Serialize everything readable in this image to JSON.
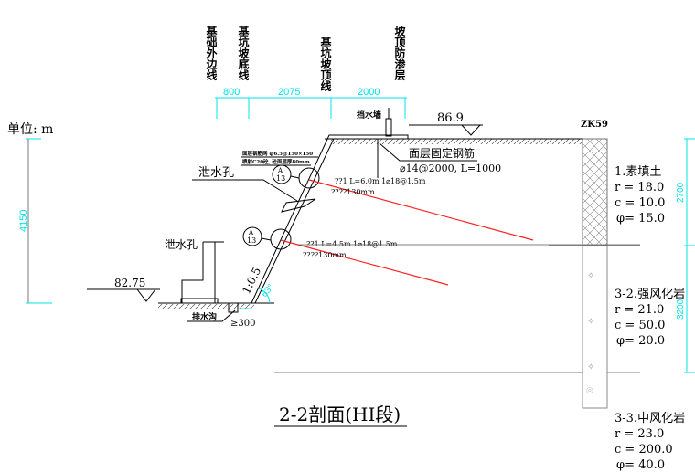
{
  "title": "2-2剖面(HI段)",
  "unit": "单位: m",
  "top_labels": [
    "基础外边线",
    "基坑坡底线",
    "基坑坡顶线",
    "坡顶防渗层"
  ],
  "top_dims": [
    "800",
    "2075",
    "2000"
  ],
  "left_dim": "4150",
  "right_dims": [
    "2700",
    "3200"
  ],
  "elev_top": "86.9",
  "elev_bottom": "82.75",
  "borehole": "ZK59",
  "water_wall": "挡水墙",
  "fix_rebar": {
    "title": "面层固定钢筋",
    "spec": "⌀14@2000, L=1000"
  },
  "mesh_note": [
    "面层钢筋网 φ6.5@150×150",
    "喷射C20砼, 砼面层厚80mm"
  ],
  "drain_hole_1": "泄水孔",
  "drain_hole_2": "泄水孔",
  "drain_ditch": "排水沟",
  "ditch_width": "≥300",
  "slope_ratio": "1:0.5",
  "slope_angle": "63°",
  "detail_marks": [
    {
      "top": "A",
      "bottom": "13"
    },
    {
      "top": "A",
      "bottom": "13"
    }
  ],
  "anchors": [
    {
      "line1": "??1  L=6.0m   1⌀18@1.5m",
      "line2": "????130mm"
    },
    {
      "line1": "??1  L=4.5m   1⌀18@1.5m",
      "line2": "????130mm"
    }
  ],
  "layers": [
    {
      "name": "1.素填土",
      "r": "r = 18.0",
      "c": "c = 10.0",
      "phi": "φ= 15.0"
    },
    {
      "name": "3-2.强风化岩",
      "r": "r = 21.0",
      "c": "c = 50.0",
      "phi": "φ= 20.0"
    },
    {
      "name": "3-3.中风化岩",
      "r": "r = 23.0",
      "c": "c = 200.0",
      "phi": "φ= 40.0"
    }
  ],
  "colors": {
    "dimension": "#00e5ee",
    "anchor": "#ff2020"
  }
}
